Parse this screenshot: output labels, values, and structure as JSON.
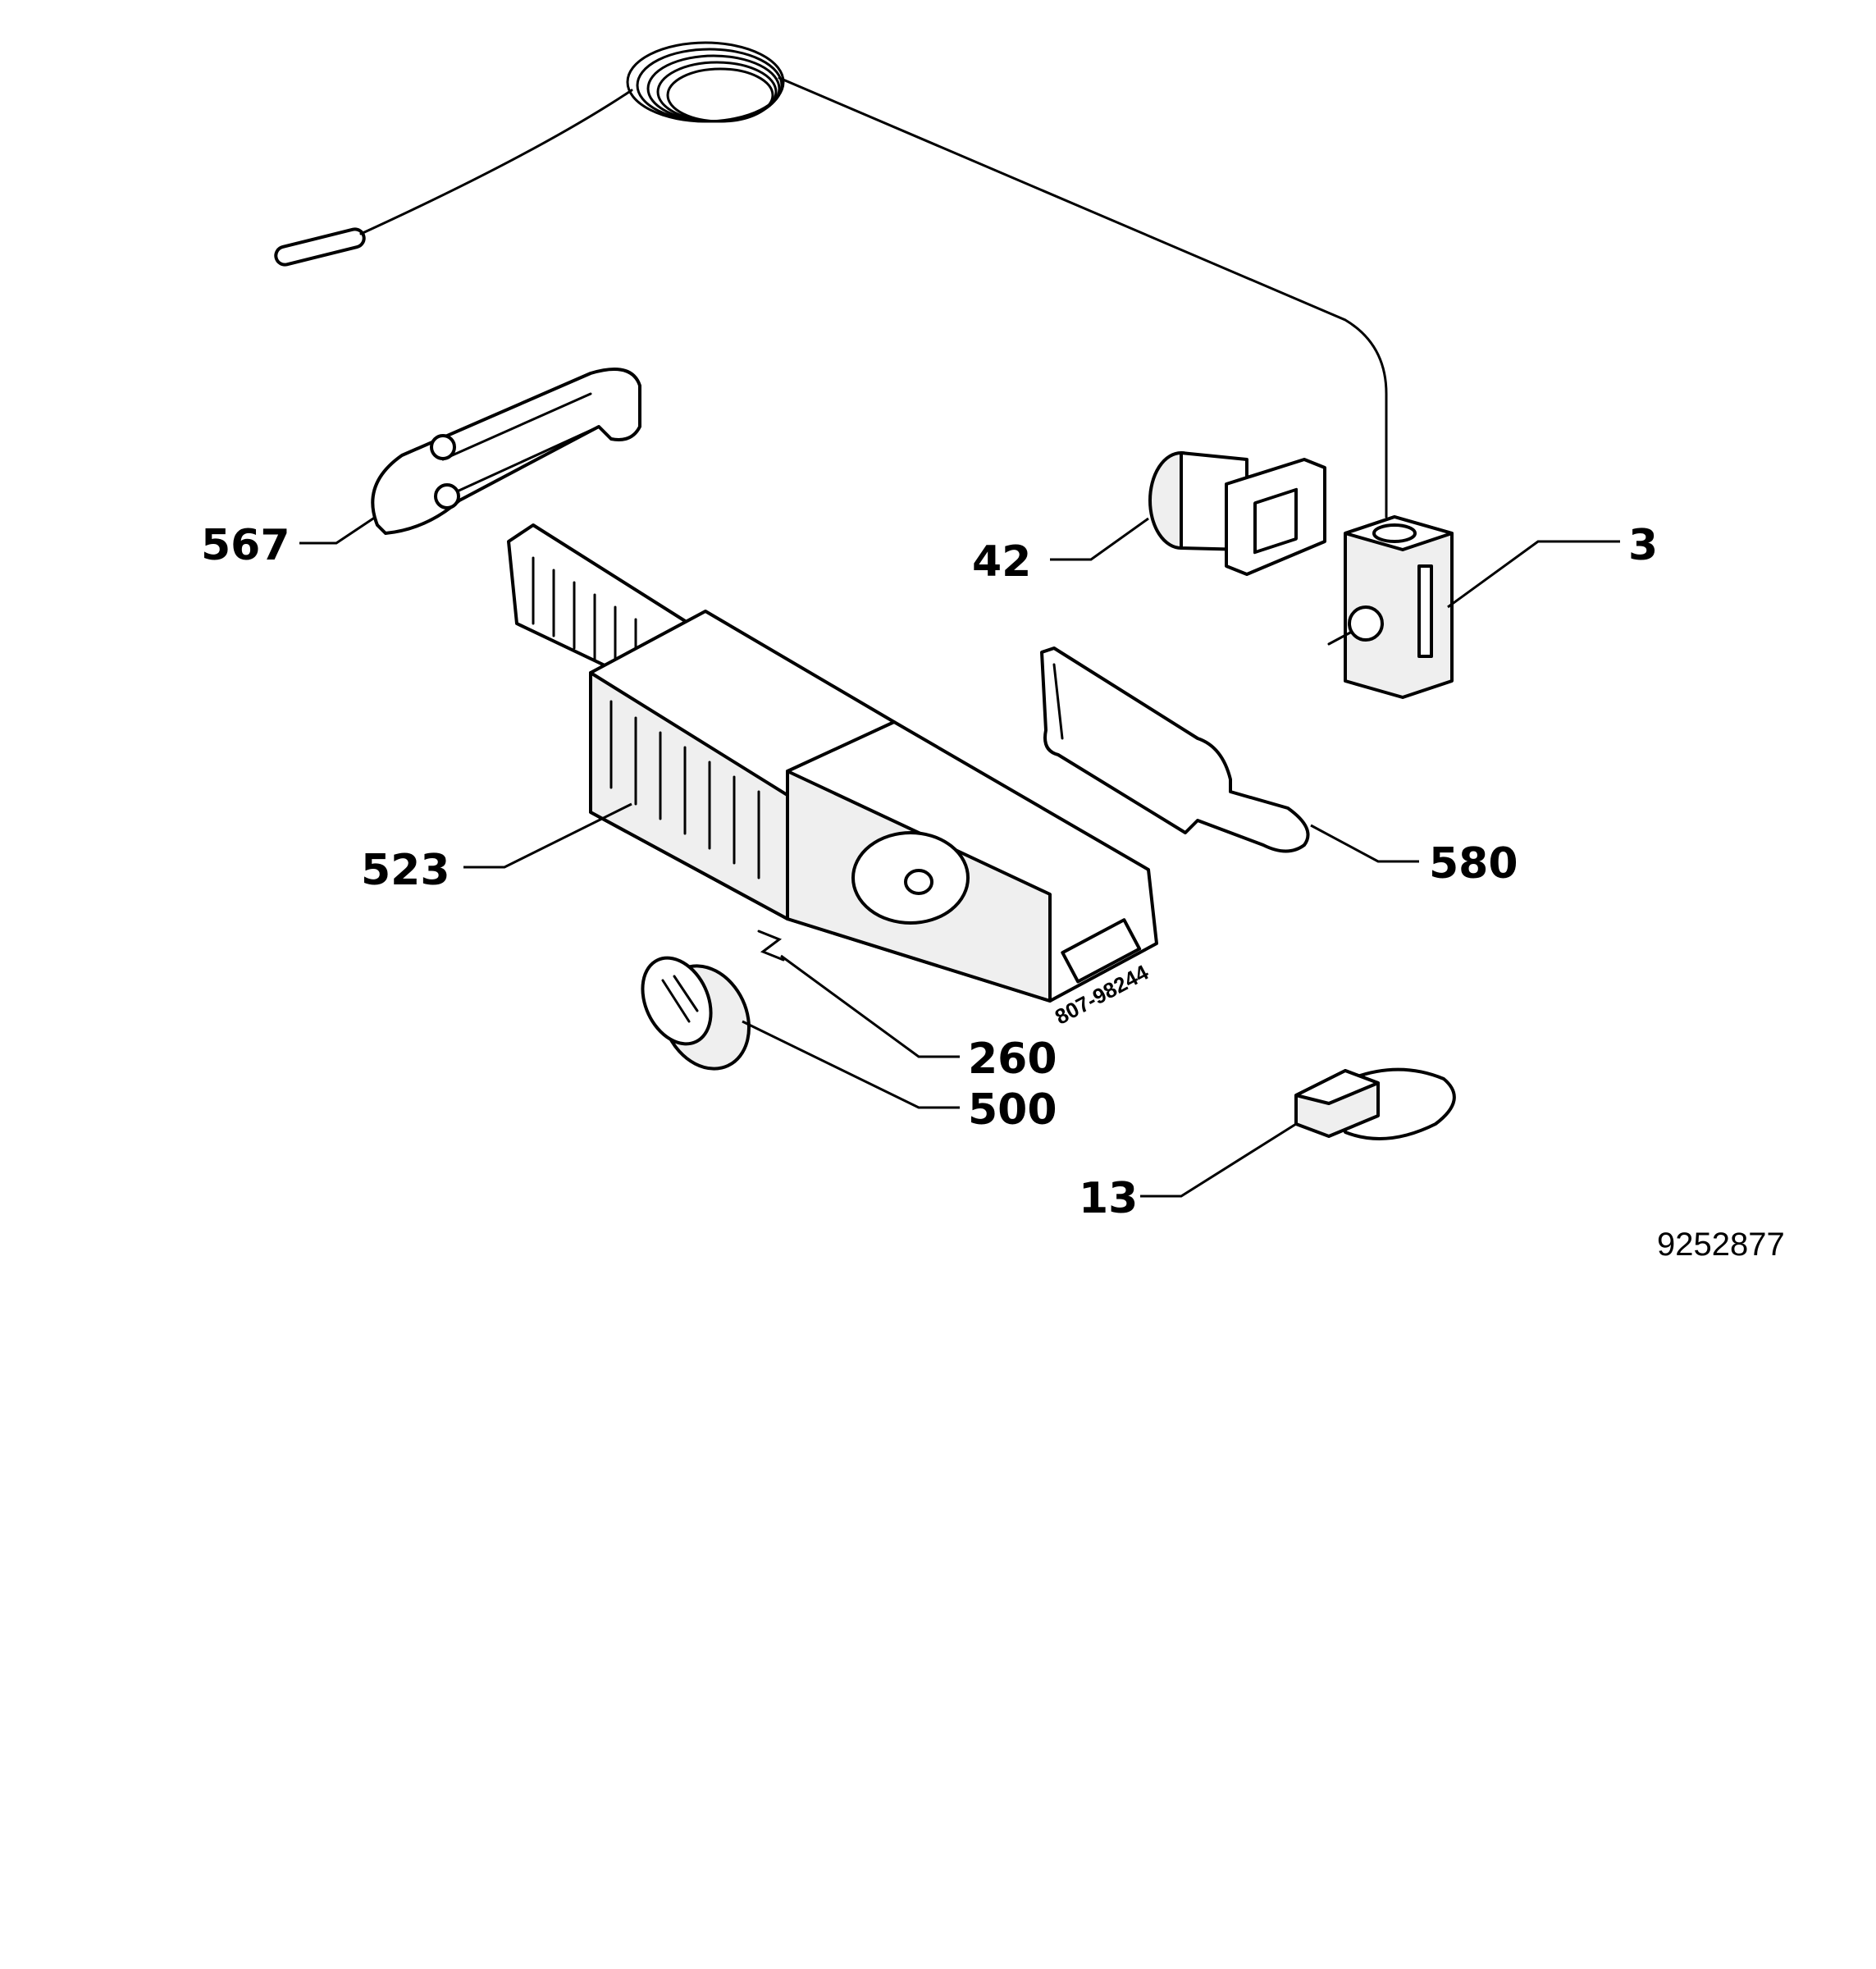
{
  "diagram": {
    "reference_number": "9252877",
    "parts": [
      {
        "id": "567",
        "label": "567"
      },
      {
        "id": "42",
        "label": "42"
      },
      {
        "id": "3",
        "label": "3"
      },
      {
        "id": "523",
        "label": "523"
      },
      {
        "id": "580",
        "label": "580"
      },
      {
        "id": "260",
        "label": "260"
      },
      {
        "id": "500",
        "label": "500"
      },
      {
        "id": "13",
        "label": "13"
      }
    ],
    "housing_marking": "807-98244"
  }
}
